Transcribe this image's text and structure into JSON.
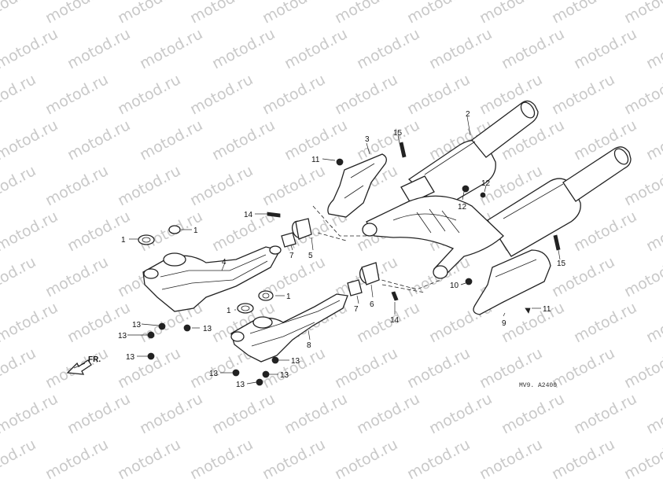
{
  "watermark": "motod.ru",
  "direction_mark": "FR.",
  "diagram_code": "MV9. A2400",
  "part_labels": {
    "p1": "1",
    "p2": "2",
    "p3": "3",
    "p4": "4",
    "p5": "5",
    "p6": "6",
    "p7": "7",
    "p8": "8",
    "p9": "9",
    "p10": "10",
    "p11": "11",
    "p12": "12",
    "p13": "13",
    "p14": "14",
    "p15": "15"
  }
}
